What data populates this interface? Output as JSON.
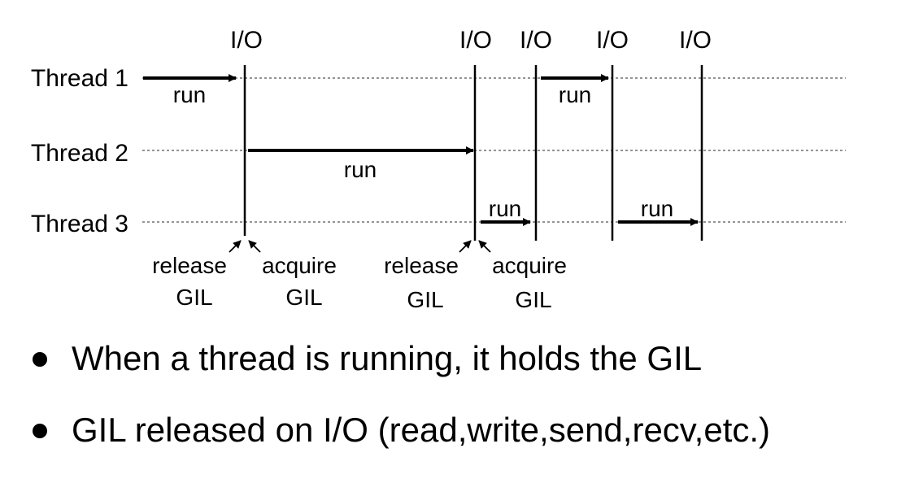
{
  "diagram": {
    "io_labels": [
      "I/O",
      "I/O",
      "I/O",
      "I/O",
      "I/O"
    ],
    "threads": [
      "Thread 1",
      "Thread 2",
      "Thread 3"
    ],
    "run_label": "run",
    "gil_events": [
      {
        "verb": "release",
        "object": "GIL"
      },
      {
        "verb": "acquire",
        "object": "GIL"
      },
      {
        "verb": "release",
        "object": "GIL"
      },
      {
        "verb": "acquire",
        "object": "GIL"
      }
    ]
  },
  "bullets": [
    "When a thread is running, it holds the GIL",
    "GIL released on I/O (read,write,send,recv,etc.)"
  ]
}
